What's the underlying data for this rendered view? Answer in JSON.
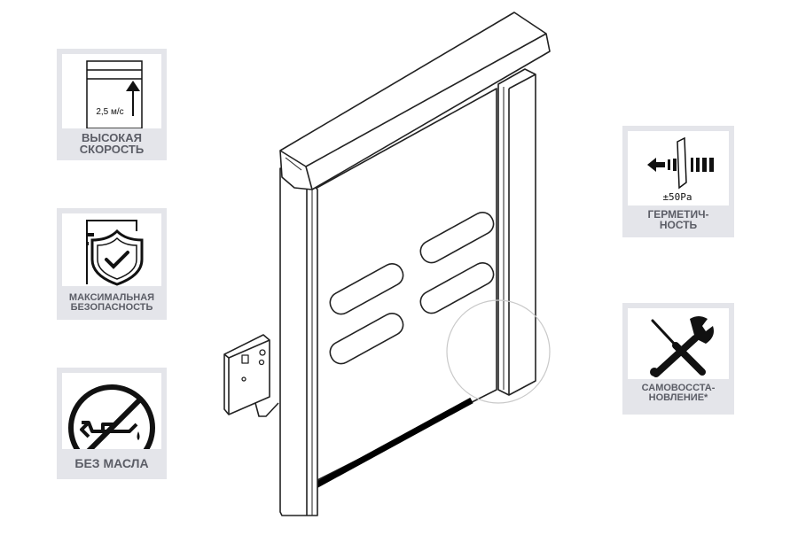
{
  "badges": {
    "speed": {
      "label": "ВЫСОКАЯ\nСКОРОСТЬ",
      "speed_value": "2,5 м/с",
      "icon": "speed-arrow-icon"
    },
    "safety": {
      "label": "МАКСИМАЛЬНАЯ\nБЕЗОПАСНОСТЬ",
      "icon": "shield-check-icon"
    },
    "no_oil": {
      "label": "БЕЗ МАСЛА",
      "icon": "no-oil-icon"
    },
    "sealing": {
      "label": "ГЕРМЕТИЧ-\nНОСТЬ",
      "pressure_value": "±50Pa",
      "icon": "seal-pressure-icon"
    },
    "self_repair": {
      "label": "САМОВОССТА-\nНОВЛЕНИЕ*",
      "icon": "wrench-screwdriver-icon"
    }
  },
  "colors": {
    "badge_frame": "#e4e5ea",
    "label_text": "#5b5d66",
    "line": "#222222",
    "bottom_seal": "#000000"
  }
}
